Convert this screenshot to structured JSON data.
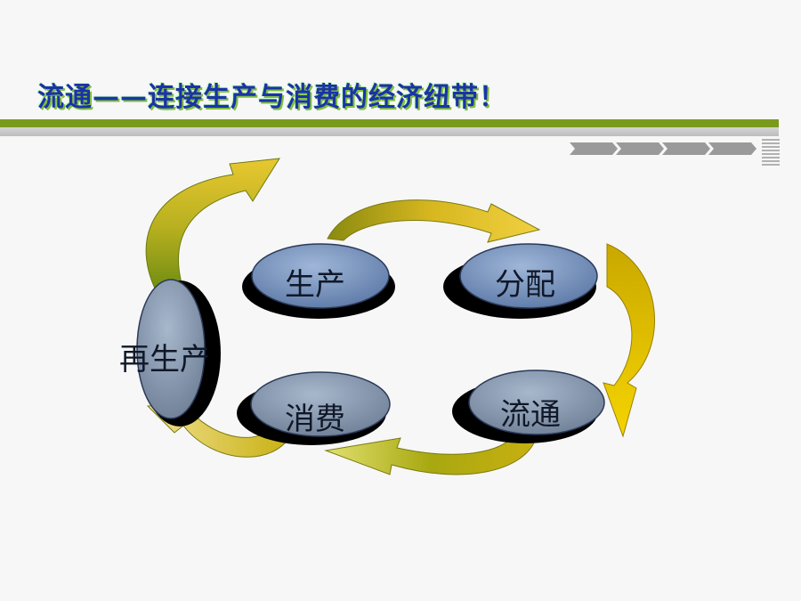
{
  "slide": {
    "title": "流通——连接生产与消费的经济纽带！"
  },
  "nodes": {
    "production": "生产",
    "distribution": "分配",
    "circulation": "流通",
    "consumption": "消费",
    "reproduction": "再生产"
  },
  "colors": {
    "title": "#1a33a6",
    "accent_green": "#7a9a1c",
    "arrow_gold": "#d6b400",
    "arrow_olive": "#8a9a10",
    "oval_fill": "#6f8bb5"
  }
}
